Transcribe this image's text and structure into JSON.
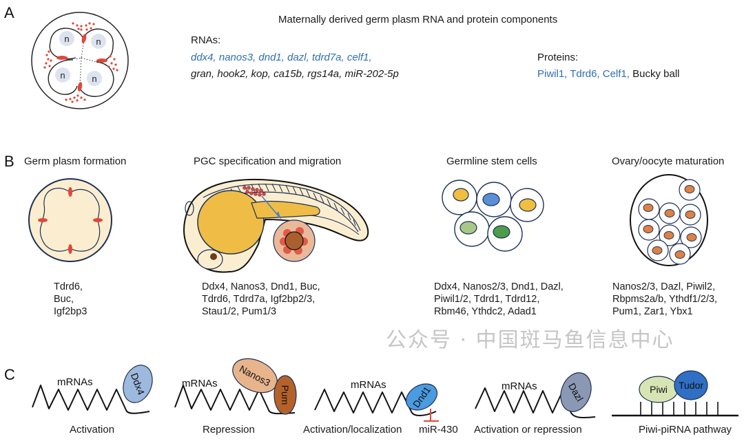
{
  "panels": {
    "a": {
      "letter": "A",
      "title": "Maternally derived germ plasm RNA and protein components",
      "nucleus_label": "n",
      "rnas_heading": "RNAs:",
      "rnas_blue": "ddx4, nanos3, dnd1, dazl, tdrd7a, celf1,",
      "rnas_black": "gran, hook2, kop, ca15b, rgs14a, miR-202-5p",
      "proteins_heading": "Proteins:",
      "proteins_blue": "Piwil1, Tdrd6, Celf1,",
      "proteins_black": " Bucky ball"
    },
    "b": {
      "letter": "B",
      "stages": [
        {
          "title": "Germ plasm formation",
          "factors": [
            "Tdrd6,",
            "Buc,",
            "Igf2bp3"
          ]
        },
        {
          "title": "PGC specification and migration",
          "factors": [
            "Ddx4, Nanos3, Dnd1, Buc,",
            "Tdrd6, Tdrd7a, Igf2bp2/3,",
            "Stau1/2, Pum1/3"
          ]
        },
        {
          "title": "Germline stem cells",
          "factors": [
            "Ddx4, Nanos2/3, Dnd1, Dazl,",
            "Piwil1/2, Tdrd1, Tdrd12,",
            "Rbm46, Ythdc2, Adad1"
          ]
        },
        {
          "title": "Ovary/oocyte maturation",
          "factors": [
            "Nanos2/3, Dazl, Piwil2,",
            "Rbpms2a/b, Ythdf1/2/3,",
            "Pum1, Zar1, Ybx1"
          ]
        }
      ]
    },
    "c": {
      "letter": "C",
      "mrna_label": "mRNAs",
      "mechanisms": [
        {
          "protein": "Ddx4",
          "caption": "Activation",
          "color": "#9db9de"
        },
        {
          "protein": "Nanos3",
          "protein2": "Pum",
          "caption": "Repression",
          "color": "#e8b48c",
          "color2": "#b5622a"
        },
        {
          "protein": "Dnd1",
          "caption": "Activation/localization",
          "mirna": "miR-430",
          "color": "#4a9be0"
        },
        {
          "protein": "Dazl",
          "caption": "Activation or repression",
          "color": "#8a98b4"
        },
        {
          "protein": "Piwi",
          "protein2": "Tudor",
          "caption": "Piwi-piRNA pathway",
          "color": "#d7e4b4",
          "color2": "#2f6fc4"
        }
      ]
    }
  },
  "colors": {
    "blue_text": "#2e6eb5",
    "germ_plasm_red": "#e0473a",
    "cream": "#fbeed0",
    "yolk": "#efbd45",
    "outline_navy": "#1c2f55",
    "oocyte_nucleus": "#dd8244"
  },
  "watermark": "公众号 · 中国斑马鱼信息中心"
}
